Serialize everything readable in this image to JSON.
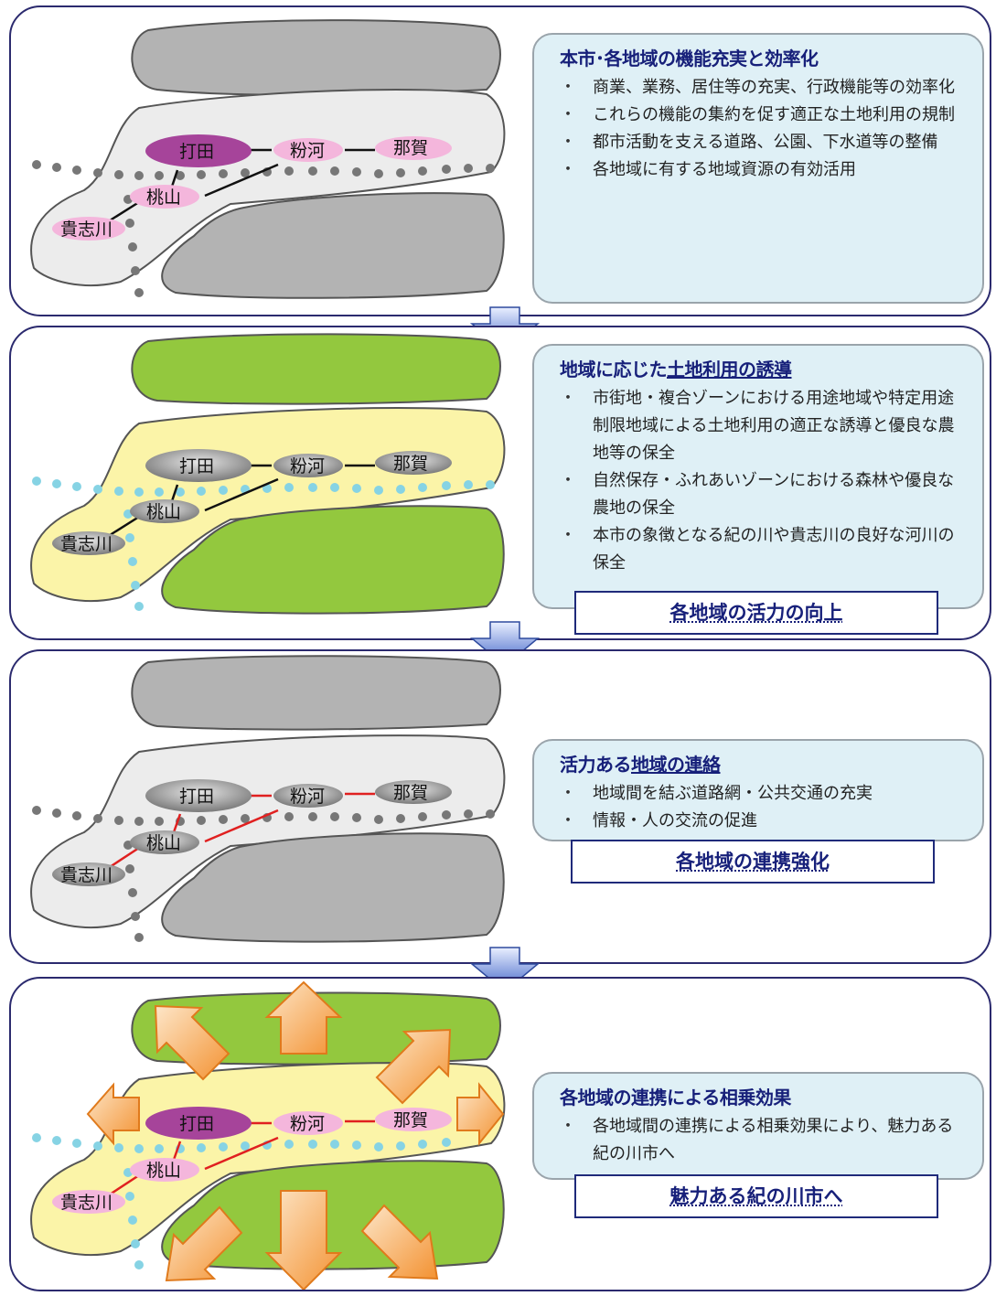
{
  "towns": {
    "uchita": "打田",
    "kokawa": "粉河",
    "naga": "那賀",
    "momoyama": "桃山",
    "kishigawa": "貴志川"
  },
  "panels": [
    {
      "title": "本市･各地域の機能充実と効率化",
      "bullets": [
        "商業、業務、居住等の充実、行政機能等の効率化",
        "これらの機能の集約を促す適正な土地利用の規制",
        "都市活動を支える道路、公園、下水道等の整備",
        "各地域に有する地域資源の有効活用"
      ],
      "result": ""
    },
    {
      "title_prefix": "地域に応じた",
      "title_underlined": "土地利用の誘導",
      "bullets": [
        "市街地・複合ゾーンにおける用途地域や特定用途制限地域による土地利用の適正な誘導と優良な農地等の保全",
        "自然保存・ふれあいゾーンにおける森林や優良な農地の保全",
        "本市の象徴となる紀の川や貴志川の良好な河川の保全"
      ],
      "result": "各地域の活力の向上"
    },
    {
      "title_prefix": "活力ある",
      "title_underlined": "地域の連絡",
      "bullets": [
        "地域間を結ぶ道路網・公共交通の充実",
        "情報・人の交流の促進"
      ],
      "result": "各地域の連携強化"
    },
    {
      "title": "各地域の連携による相乗効果",
      "bullets": [
        "各地域間の連携による相乗効果により、魅力ある紀の川市へ"
      ],
      "result": "魅力ある紀の川市へ"
    }
  ],
  "colors": {
    "frame": "#2b2a6e",
    "box_bg": "#dff0f6",
    "title": "#17207a",
    "mountain_gray": "#b3b3b3",
    "zone_gray": "#ececec",
    "forest_green": "#93c83e",
    "zone_yellow": "#fbf4a8",
    "river_gray": "#777777",
    "river_blue": "#86d3e4",
    "arrow_red": "#e02020",
    "effect_orange": "#f5963a"
  }
}
